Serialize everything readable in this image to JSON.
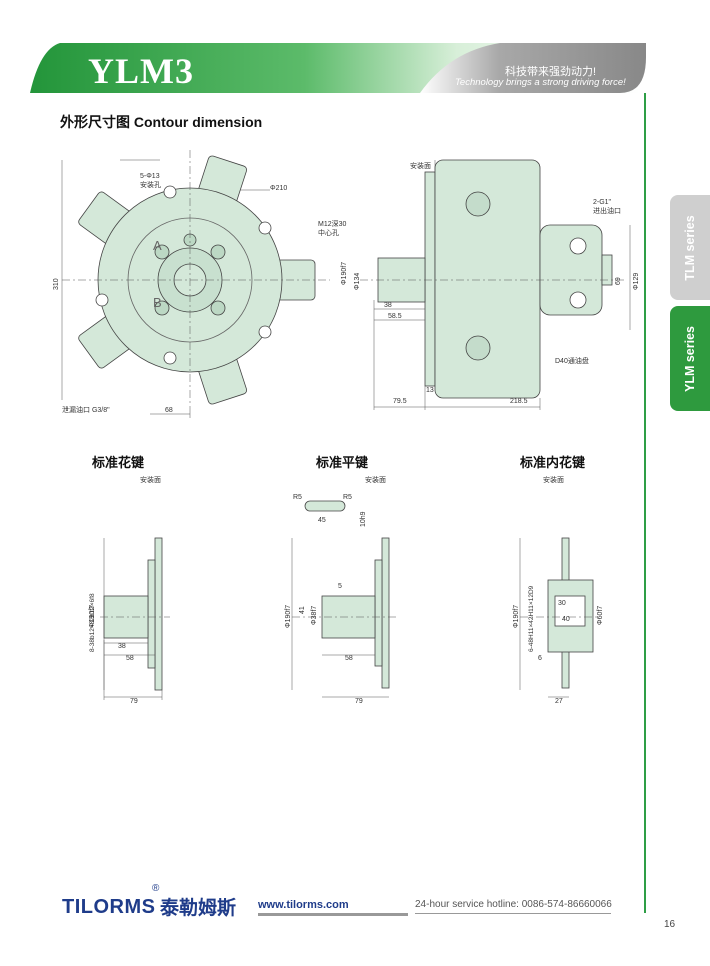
{
  "header": {
    "title": "YLM3",
    "slogan_cn": "科技带来强劲动力!",
    "slogan_en": "Technology brings a strong driving force!"
  },
  "side_tabs": [
    {
      "label": "TLM series"
    },
    {
      "label": "YLM series"
    }
  ],
  "section": {
    "title": "外形尺寸图  Contour dimension"
  },
  "front_view": {
    "label_holes": "5-Φ13",
    "label_holes2": "安装孔",
    "label_dia210": "Φ210",
    "label_310": "310",
    "label_68": "68",
    "label_drain": "泄漏油口 G3/8\"",
    "label_A": "A",
    "label_B": "B"
  },
  "side_view": {
    "label_mount": "安装面",
    "label_port": "2-G1\"",
    "label_port2": "进出油口",
    "label_m12": "M12深30",
    "label_center": "中心孔",
    "label_d134": "Φ134",
    "label_d190": "Φ190f7",
    "label_d129": "Φ129",
    "label_69": "69",
    "label_38": "38",
    "label_585": "58.5",
    "label_13": "13",
    "label_795": "79.5",
    "label_2185": "218.5",
    "label_d40": "D40通油盘"
  },
  "sub_views": {
    "spline": {
      "title": "标准花键",
      "mount": "安装面",
      "d190": "Φ190f7",
      "spec": "8-38b12×32b12×6f8",
      "l38": "38",
      "l58": "58",
      "l79": "79"
    },
    "flat_key": {
      "title": "标准平键",
      "mount": "安装面",
      "r5a": "R5",
      "r5b": "R5",
      "l45": "45",
      "l10": "10h9",
      "l5": "5",
      "d190": "Φ190f7",
      "l41": "41",
      "d38": "Φ38f7",
      "l58": "58",
      "l79": "79"
    },
    "inner_spline": {
      "title": "标准内花键",
      "mount": "安装面",
      "d190": "Φ190f7",
      "spec": "6-48H11×42H11×12D9",
      "l30": "30",
      "l40": "40",
      "d60": "Φ60f7",
      "l6": "6",
      "l27": "27"
    }
  },
  "footer": {
    "brand": "TILORMS",
    "brand_cn": "泰勒姆斯",
    "reg": "®",
    "url": "www.tilorms.com",
    "hotline": "24-hour service hotline: 0086-574-86660066",
    "page": "16"
  },
  "colors": {
    "brand_green": "#2e9a3e",
    "part_fill": "#d4e8d9",
    "brand_blue": "#1f3c8a"
  }
}
